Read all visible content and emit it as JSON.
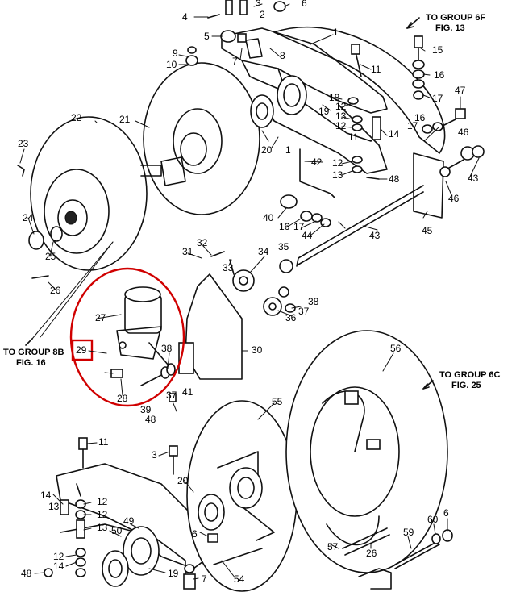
{
  "refs": {
    "to_group_6f": "TO GROUP  6F",
    "fig_13": "FIG. 13",
    "to_group_8b": "TO GROUP 8B",
    "fig_16": "FIG. 16",
    "to_group_6c": "TO GROUP 6C",
    "fig_25": "FIG. 25"
  },
  "labels": {
    "l1a": "1",
    "l1b": "1",
    "l2": "2",
    "l3a": "3",
    "l3b": "3",
    "l4": "4",
    "l5": "5",
    "l6a": "6",
    "l6b": "6",
    "l7a": "7",
    "l7b": "7",
    "l8": "8",
    "l9": "9",
    "l10": "10",
    "l11a": "11",
    "l11b": "11",
    "l12a": "12",
    "l12b": "12",
    "l12c": "12",
    "l12d": "12",
    "l12e": "12",
    "l12f": "12",
    "l13a": "13",
    "l13b": "13",
    "l13c": "13",
    "l13d": "13",
    "l14a": "14",
    "l14b": "14",
    "l15": "15",
    "l16a": "16",
    "l16b": "16",
    "l16c": "16",
    "l17a": "17",
    "l17b": "17",
    "l18": "18",
    "l19a": "19",
    "l19b": "19",
    "l20a": "20",
    "l20b": "20",
    "l21": "21",
    "l22": "22",
    "l23": "23",
    "l24": "24",
    "l25": "25",
    "l26a": "26",
    "l26b": "26",
    "l27": "27",
    "l28": "28",
    "l29": "29",
    "l30": "30",
    "l31": "31",
    "l32": "32",
    "l33": "33",
    "l34": "34",
    "l35": "35",
    "l36": "36",
    "l37a": "37",
    "l37b": "37",
    "l38a": "38",
    "l38b": "38",
    "l39": "39",
    "l40": "40",
    "l41": "41",
    "l42": "42",
    "l43a": "43",
    "l43b": "43",
    "l44": "44",
    "l45": "45",
    "l46a": "46",
    "l46b": "46",
    "l47": "47",
    "l48a": "48",
    "l48b": "48",
    "l48c": "48",
    "l49": "49",
    "l50": "50",
    "l54": "54",
    "l55": "55",
    "l56": "56",
    "l57": "57",
    "l59": "59",
    "l60": "60"
  },
  "highlight_color": "#d00000"
}
